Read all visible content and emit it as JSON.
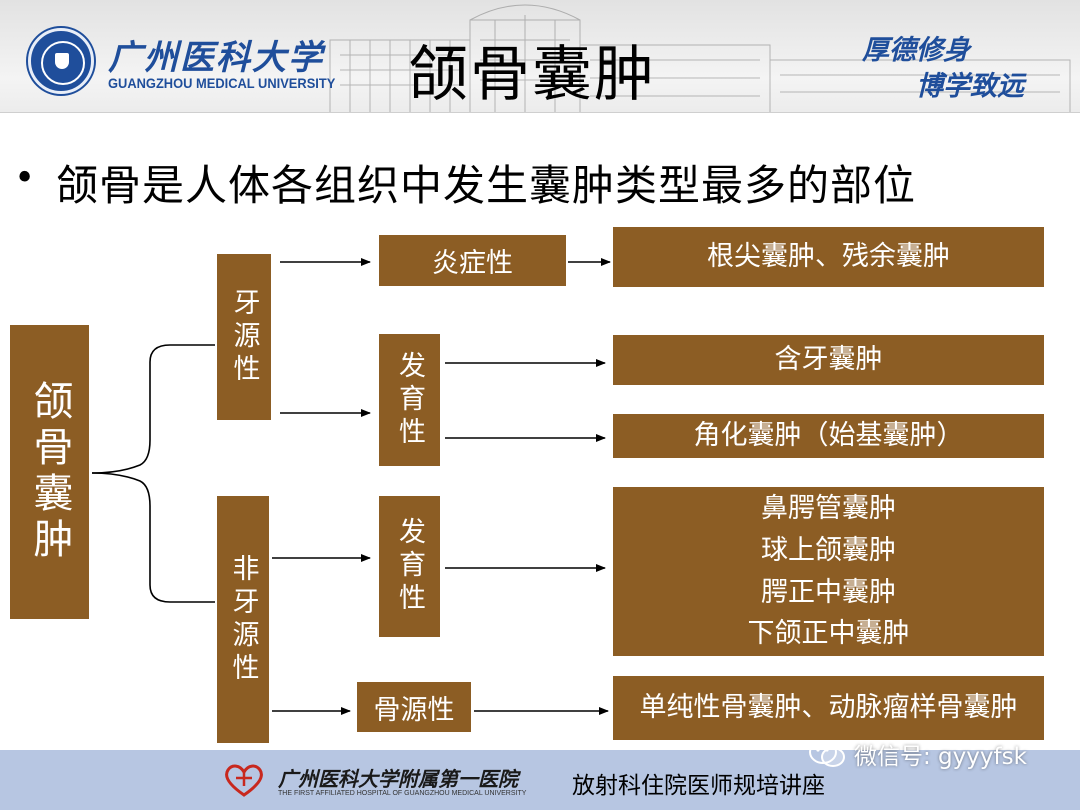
{
  "header": {
    "university_cn": "广州医科大学",
    "university_en": "GUANGZHOU MEDICAL UNIVERSITY",
    "title": "颌骨囊肿",
    "motto_line1": "厚德修身",
    "motto_line2": "博学致远"
  },
  "bullet": "颌骨是人体各组织中发生囊肿类型最多的部位",
  "diagram": {
    "root": "颌骨囊肿",
    "odontogenic": "牙源性",
    "non_odontogenic": "非牙源性",
    "inflammatory": "炎症性",
    "developmental_odontogenic": "发育性",
    "developmental_non_odontogenic": "发育性",
    "osteogenic": "骨源性",
    "leaf_inflammatory": "根尖囊肿、残余囊肿",
    "leaf_dentigerous": "含牙囊肿",
    "leaf_keratocyst": "角化囊肿（始基囊肿）",
    "leaf_nonodontogenic": [
      "鼻腭管囊肿",
      "球上颌囊肿",
      "腭正中囊肿",
      "下颌正中囊肿"
    ],
    "leaf_bone": "单纯性骨囊肿、动脉瘤样骨囊肿"
  },
  "footer": {
    "hospital_cn": "广州医科大学附属第一医院",
    "hospital_en": "THE FIRST AFFILIATED HOSPITAL OF GUANGZHOU MEDICAL UNIVERSITY",
    "lecture": "放射科住院医师规培讲座"
  },
  "watermark": "微信号: gyyyfsk",
  "colors": {
    "box_fill": "#8c5d24",
    "footer_band": "#b7c6e2",
    "brand_blue": "#1f4e9b"
  }
}
